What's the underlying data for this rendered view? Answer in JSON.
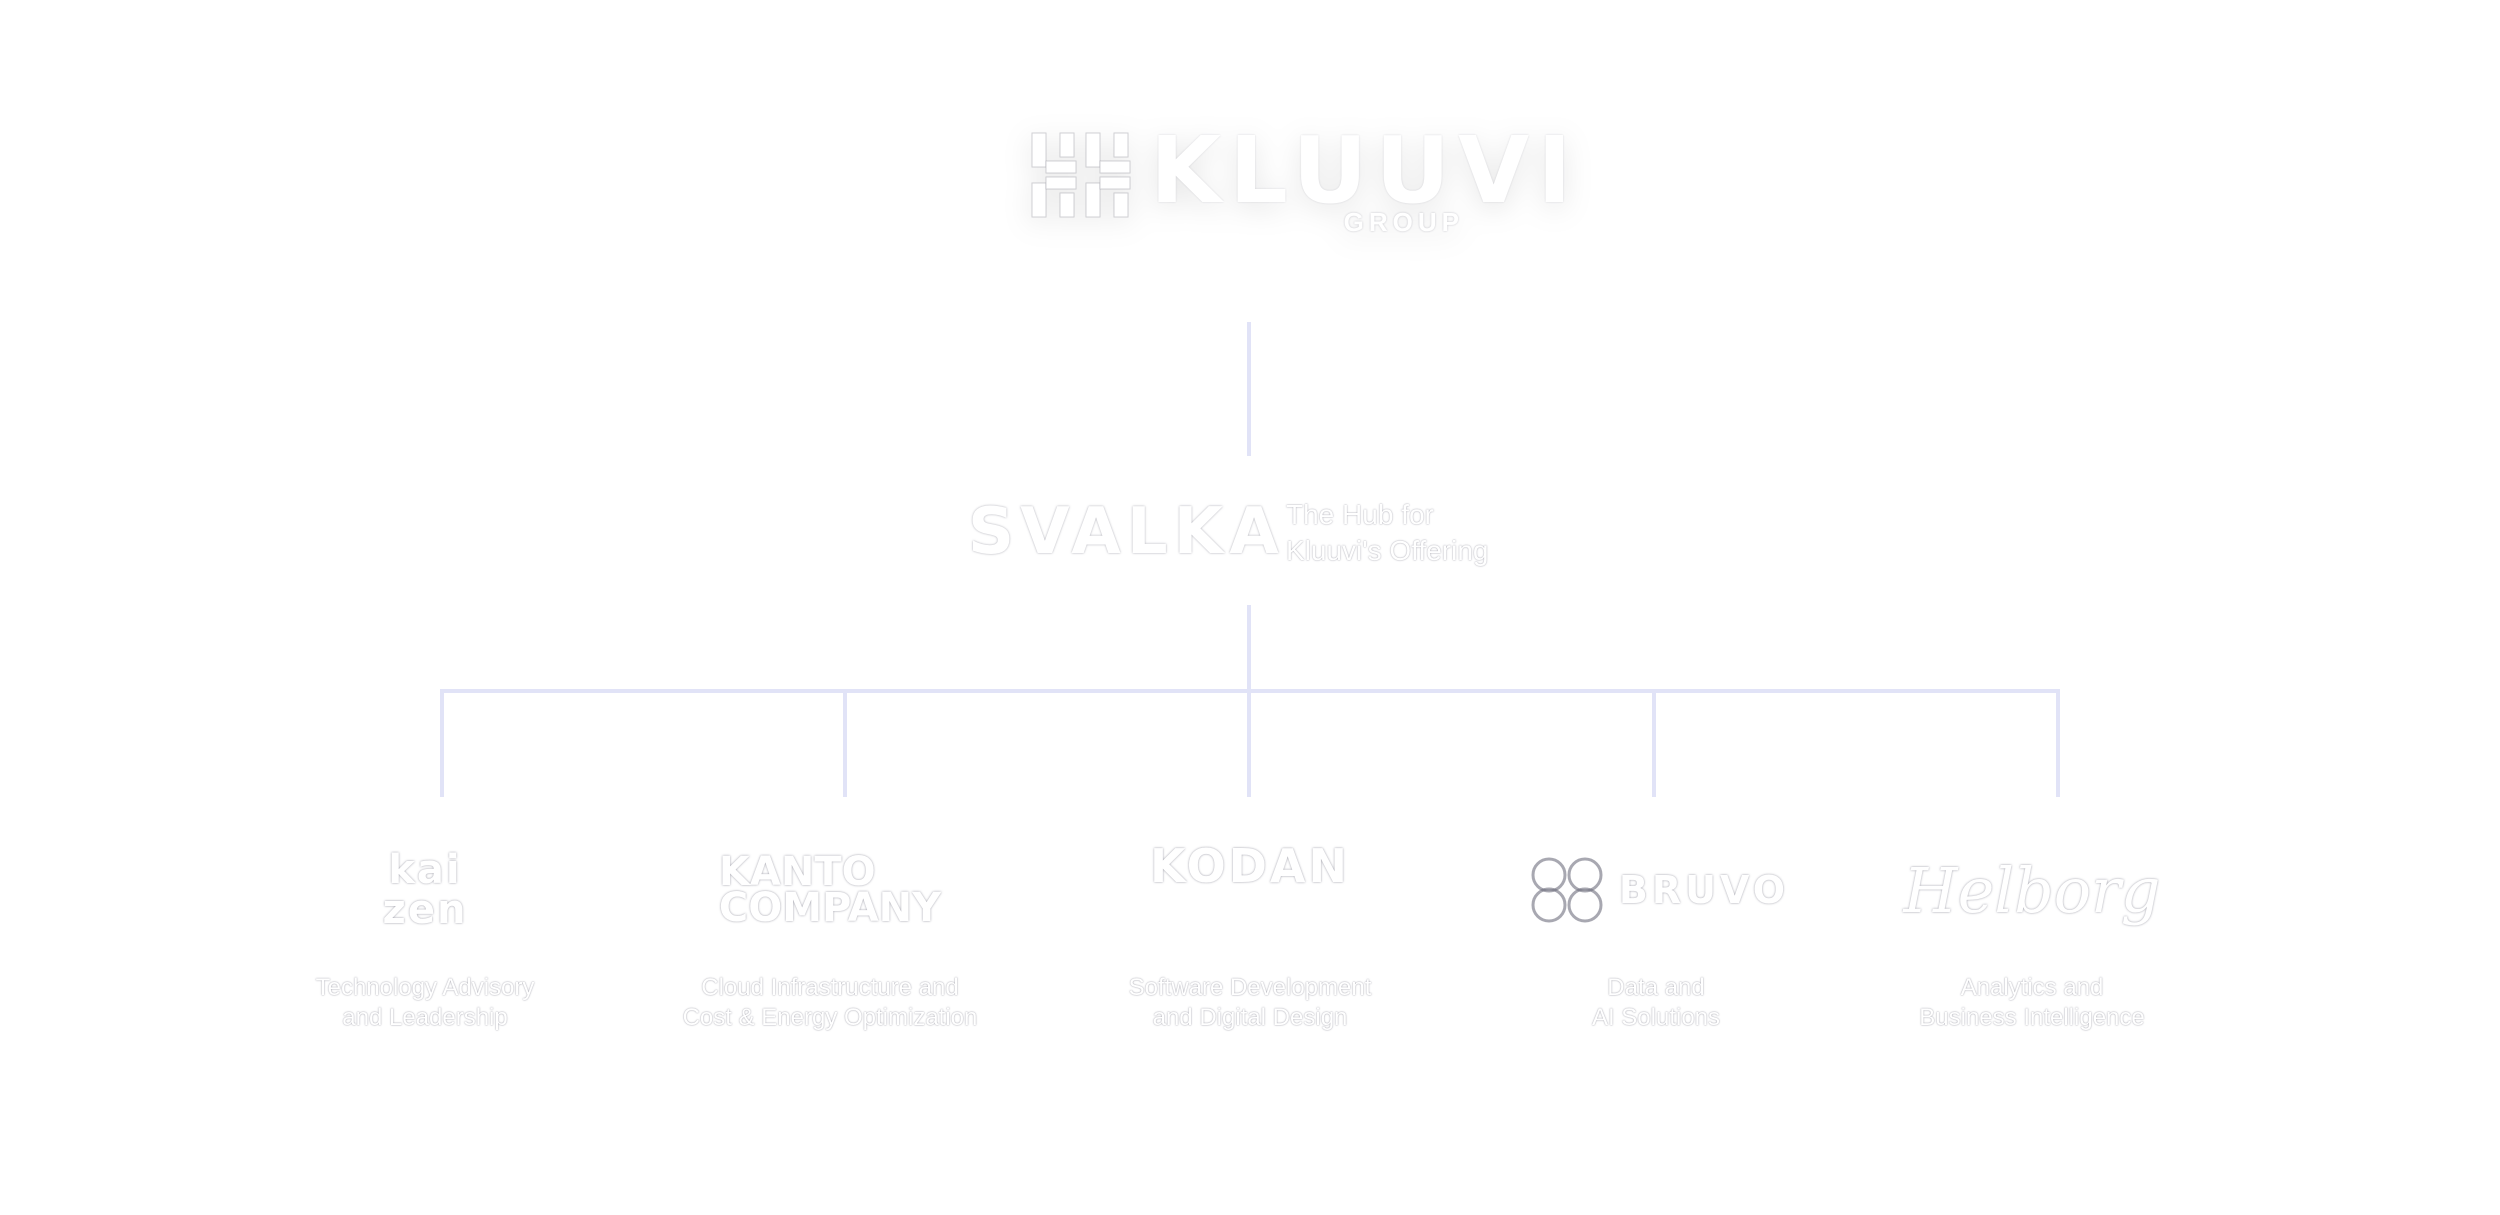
{
  "top": {
    "brand": "KLUUVI",
    "sub": "GROUP"
  },
  "hub": {
    "logo": "SVALKA",
    "tagline": "The Hub for\nKluuvi's Offering"
  },
  "companies": [
    {
      "logo": "kai\nzen",
      "desc": "Technology Advisory\nand Leadership"
    },
    {
      "logo": "KANTO\nCOMPANY",
      "desc": "Cloud Infrastructure and\nCost & Energy Optimization"
    },
    {
      "logo": "KODAN",
      "desc": "Software Development\nand Digital Design"
    },
    {
      "logo": "BRUVO",
      "desc": "Data and\nAI Solutions"
    },
    {
      "logo": "Helborg",
      "desc": "Analytics and\nBusiness Intelligence"
    }
  ],
  "colors": {
    "connector": "#e1e3f7",
    "background": "#ffffff"
  }
}
